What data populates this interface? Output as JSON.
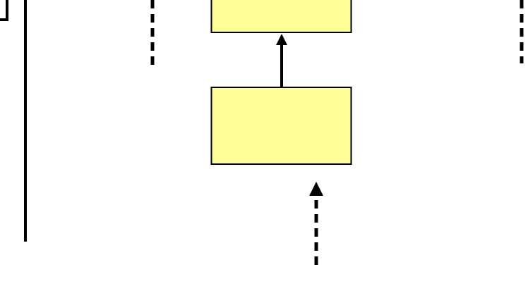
{
  "colors": {
    "box_fill": "#ffff99",
    "stroke": "#000000",
    "background": "#ffffff"
  },
  "boxes": [
    {
      "id": "upper-box"
    },
    {
      "id": "lower-box"
    }
  ],
  "connectors": [
    {
      "id": "lower-to-upper",
      "style": "solid",
      "direction": "up"
    },
    {
      "id": "incoming-dashed",
      "style": "dashed",
      "direction": "up"
    }
  ]
}
